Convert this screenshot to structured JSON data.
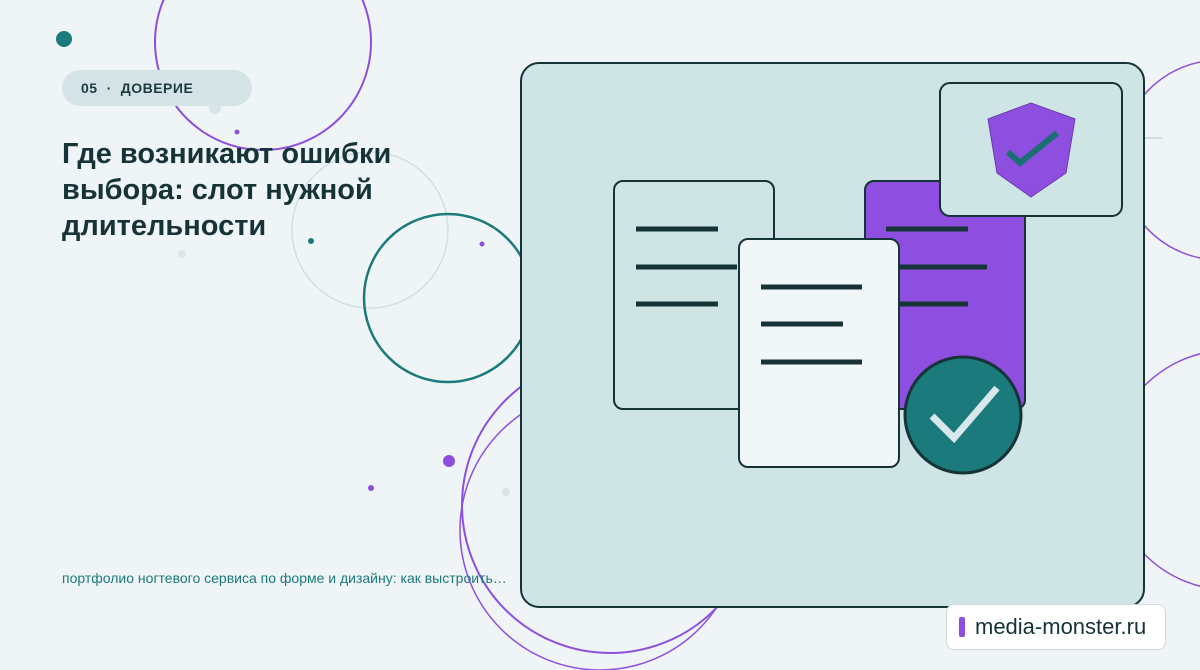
{
  "badge": {
    "number": "05",
    "separator": "·",
    "label": "ДОВЕРИЕ"
  },
  "headline": {
    "line1": "Где возникают ошибки",
    "line2": "выбора: слот нужной",
    "line3": "длительности"
  },
  "caption": "портфолио ногтевого сервиса по форме и дизайну: как выстроить…",
  "site": "media-monster.ru",
  "colors": {
    "background": "#eff4f6",
    "panel": "#cfe4e5",
    "dark": "#163337",
    "teal": "#1a7a7c",
    "purple": "#8e4fe0",
    "light_card": "#f1f6f8"
  },
  "icons": [
    "shield-check-icon",
    "check-circle-icon",
    "document-icon"
  ]
}
